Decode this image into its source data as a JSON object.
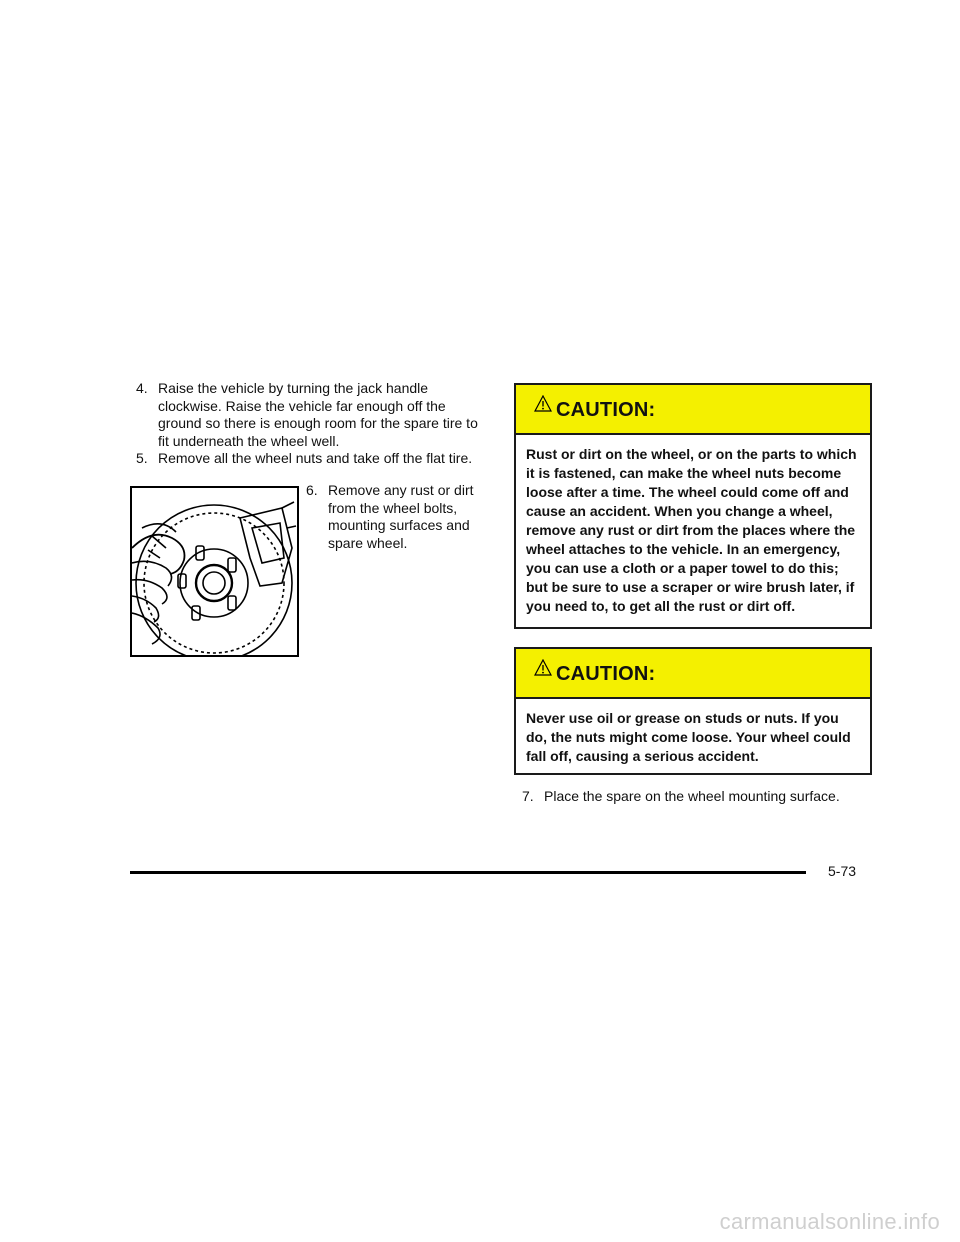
{
  "steps": [
    {
      "num": "4.",
      "text": "Raise the vehicle by turning the jack handle clockwise. Raise the vehicle far enough off the ground so there is enough room for the spare tire to fit underneath the wheel well."
    },
    {
      "num": "5.",
      "text": "Remove all the wheel nuts and take off the flat tire."
    },
    {
      "num": "6.",
      "text": "Remove any rust or dirt from the wheel bolts, mounting surfaces and spare wheel."
    },
    {
      "num": "7.",
      "text": "Place the spare on the wheel mounting surface."
    }
  ],
  "cautions": [
    {
      "title": "CAUTION:",
      "icon": "warning-triangle-icon",
      "body": "Rust or dirt on the wheel, or on the parts to which it is fastened, can make the wheel nuts become loose after a time. The wheel could come off and cause an accident. When you change a wheel, remove any rust or dirt from the places where the wheel attaches to the vehicle. In an emergency, you can use a cloth or a paper towel to do this; but be sure to use a scraper or wire brush later, if you need to, to get all the rust or dirt off."
    },
    {
      "title": "CAUTION:",
      "icon": "warning-triangle-icon",
      "body": "Never use oil or grease on studs or nuts. If you do, the nuts might come loose. Your wheel could fall off, causing a serious accident."
    }
  ],
  "page_number": "5-73",
  "watermark": "carmanualsonline.info",
  "colors": {
    "caution_header": "#f4f000",
    "text": "#111111"
  }
}
